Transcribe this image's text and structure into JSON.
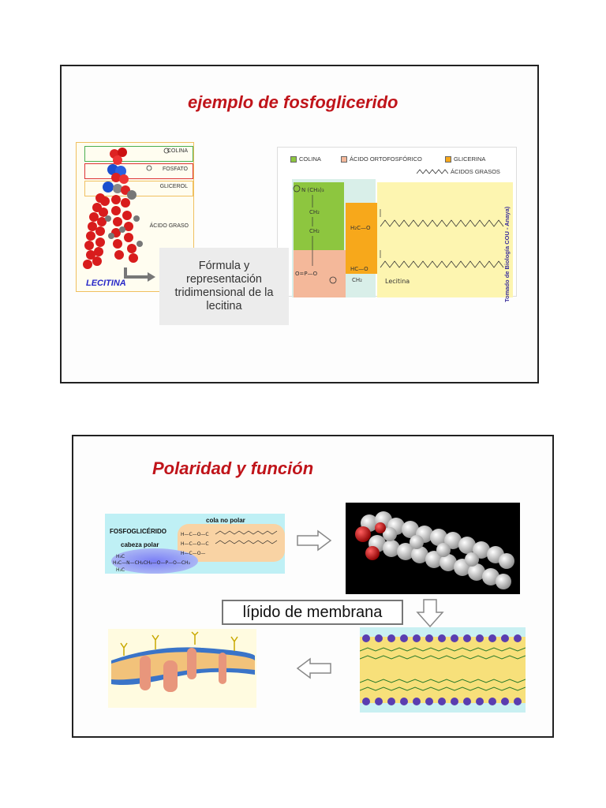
{
  "slide1": {
    "title": "ejemplo de fosfoglicerido",
    "lecithin_figure": {
      "labels": {
        "colina": "COLINA",
        "fosfato": "FOSFATO",
        "glicerol": "GLICEROL",
        "acido_graso": "ÁCIDO GRASO"
      },
      "name": "LECITINA"
    },
    "callout": "Fórmula y representación tridimensional de la lecitina",
    "formula": {
      "legend": {
        "colina": "COLINA",
        "acido_ortofosforico": "ÁCIDO ORTOFOSFÓRICO",
        "glicerina": "GLICERINA",
        "acidos_grasos": "ÁCIDOS GRASOS"
      },
      "name": "Lecitina",
      "credit": "Tomado de Biología COU - Anaya)",
      "colors": {
        "colina": "#8dc63f",
        "fosforico": "#f4b89a",
        "glicerina": "#f7a81b",
        "grasos": "#fdf5b0"
      }
    }
  },
  "slide2": {
    "title": "Polaridad y función",
    "fosfoglicerido": {
      "title": "FOSFOGLICÉRIDO",
      "cabeza": "cabeza polar",
      "cola": "cola no polar"
    },
    "membrane_label": "lípido de membrana"
  },
  "colors": {
    "title_red": "#c0141a",
    "border": "#222222"
  }
}
